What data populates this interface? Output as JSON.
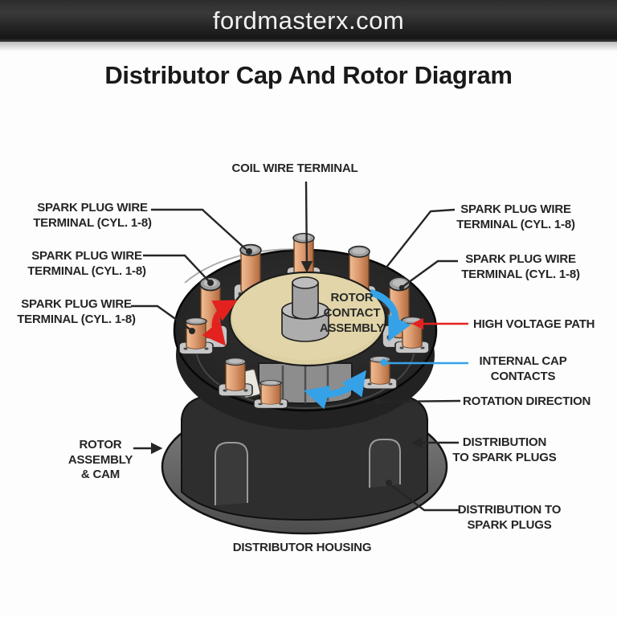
{
  "header": {
    "site_text": "fordmasterx.com"
  },
  "page": {
    "title": "Distributor Cap And Rotor Diagram"
  },
  "diagram": {
    "labels": {
      "coil_wire_terminal": "COIL WIRE TERMINAL",
      "spark_left_1": {
        "line1": "SPARK PLUG WIRE",
        "line2": "TERMINAL (CYL. 1-8)"
      },
      "spark_left_2": {
        "line1": "SPARK PLUG WIRE",
        "line2": "TERMINAL (CYL. 1-8)"
      },
      "spark_left_3": {
        "line1": "SPARK PLUG WIRE",
        "line2": "TERMINAL (CYL. 1-8)"
      },
      "spark_right_1": {
        "line1": "SPARK PLUG WIRE",
        "line2": "TERMINAL (CYL. 1-8)"
      },
      "spark_right_2": {
        "line1": "SPARK PLUG WIRE",
        "line2": "TERMINAL (CYL. 1-8)"
      },
      "rotor_contact": {
        "line1": "ROTOR",
        "line2": "CONTACT",
        "line3": "ASSEMBLY"
      },
      "high_voltage_path": "HIGH VOLTAGE PATH",
      "internal_cap_contacts": {
        "line1": "INTERNAL CAP",
        "line2": "CONTACTS"
      },
      "rotation_direction": "ROTATION DIRECTION",
      "distribution_upper": {
        "line1": "DISTRIBUTION",
        "line2": "TO SPARK PLUGS"
      },
      "distribution_lower": {
        "line1": "DISTRIBUTION TO",
        "line2": "SPARK PLUGS"
      },
      "rotor_assembly": {
        "line1": "ROTOR",
        "line2": "ASSEMBLY",
        "line3": "& CAM"
      },
      "distributor_housing": "DISTRIBUTOR HOUSING"
    },
    "colors": {
      "high_voltage_red": "#e3221f",
      "rotation_blue": "#35a2e8",
      "terminal_copper": "#dd9b70",
      "rotor_tan": "#ddd0a3",
      "housing_black": "#2e2e2e"
    }
  }
}
